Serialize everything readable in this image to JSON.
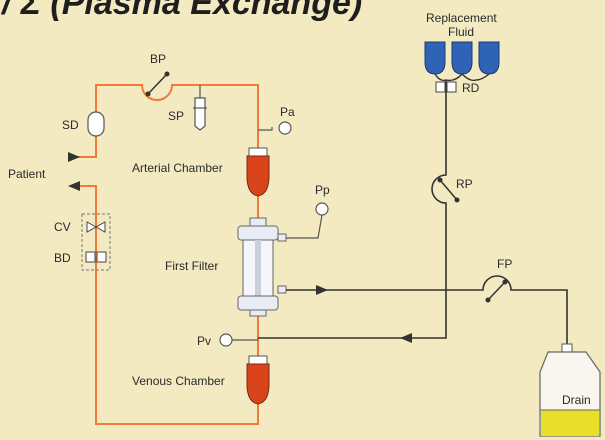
{
  "title": "/ Σ (Plasma Exchange)",
  "labels": {
    "replacement_fluid_line1": "Replacement",
    "replacement_fluid_line2": "Fluid",
    "rd": "RD",
    "rp": "RP",
    "fp": "FP",
    "bp": "BP",
    "sp": "SP",
    "sd": "SD",
    "pa": "Pa",
    "pp": "Pp",
    "pv": "Pv",
    "patient": "Patient",
    "cv": "CV",
    "bd": "BD",
    "arterial_chamber": "Arterial Chamber",
    "venous_chamber": "Venous Chamber",
    "first_filter": "First Filter",
    "drain": "Drain"
  },
  "colors": {
    "background": "#f3eac2",
    "blood_line": "#f07a3a",
    "fluid_line": "#333333",
    "blood": "#d9441c",
    "replacement_bag": "#2f63b6",
    "drain_fill": "#e8df2a"
  }
}
